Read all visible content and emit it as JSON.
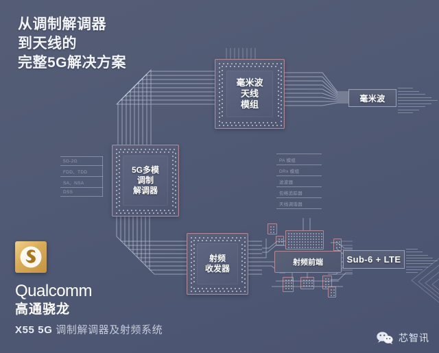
{
  "title": {
    "line1": "从调制解调器",
    "line2": "到天线的",
    "line3": "完整5G解决方案"
  },
  "blocks": {
    "modem": {
      "name": "5G多模调制解调器",
      "line1": "5G多模",
      "line2": "调制",
      "line3": "解调器"
    },
    "mmwave_ant": {
      "name": "毫米波天线模组",
      "line1": "毫米波",
      "line2": "天线",
      "line3": "模组"
    },
    "transceiver": {
      "name": "射频收发器",
      "line1": "射频",
      "line2": "收发器"
    },
    "rf_frontend": {
      "name": "射频前端",
      "label": "射频前端"
    }
  },
  "callouts": {
    "mmwave": "毫米波",
    "sub6_lte": "Sub-6 + LTE"
  },
  "spec_left": {
    "title": "modem-modes",
    "items": [
      "5G-2G",
      "FDD、TDD",
      "SA、NSA",
      "DSS"
    ]
  },
  "spec_right": {
    "title": "rf-frontend-parts",
    "items": [
      "PA 模组",
      "DRx 模组",
      "滤波器",
      "包络追踪器",
      "天线调谐器"
    ]
  },
  "brand": {
    "logo_alt": "snapdragon-logo",
    "qualcomm": "Qualcomm",
    "chinese": "高通骁龙",
    "caption_model": "X55 5G",
    "caption_rest": "调制解调器及射频系统"
  },
  "watermark": {
    "icon": "wechat-icon",
    "text": "芯智讯"
  },
  "colors": {
    "background": "#4e5670",
    "chip_border": "#b08a96",
    "trace": "#c9cfdd",
    "text": "#ffffff",
    "logo_gold": "#d9ab58",
    "caption": "#c6ccdb"
  }
}
